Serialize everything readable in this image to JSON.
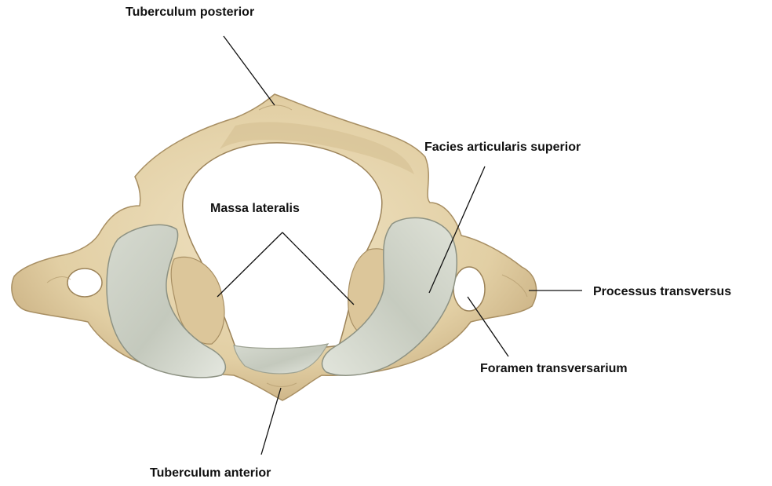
{
  "labels": {
    "tuberculum_posterior": "Tuberculum posterior",
    "facies_articularis_superior": "Facies articularis superior",
    "massa_lateralis": "Massa lateralis",
    "processus_transversus": "Processus transversus",
    "foramen_transversarium": "Foramen transversarium",
    "tuberculum_anterior": "Tuberculum anterior"
  },
  "colors": {
    "background": "#ffffff",
    "bone": "#e6d6b0",
    "bone_shadow": "#b99f72",
    "bone_dark": "#8c7550",
    "cartilage": "#c9cdc2",
    "cartilage_light": "#e2e5dc",
    "leader_line": "#111111",
    "label_text": "#111111"
  }
}
